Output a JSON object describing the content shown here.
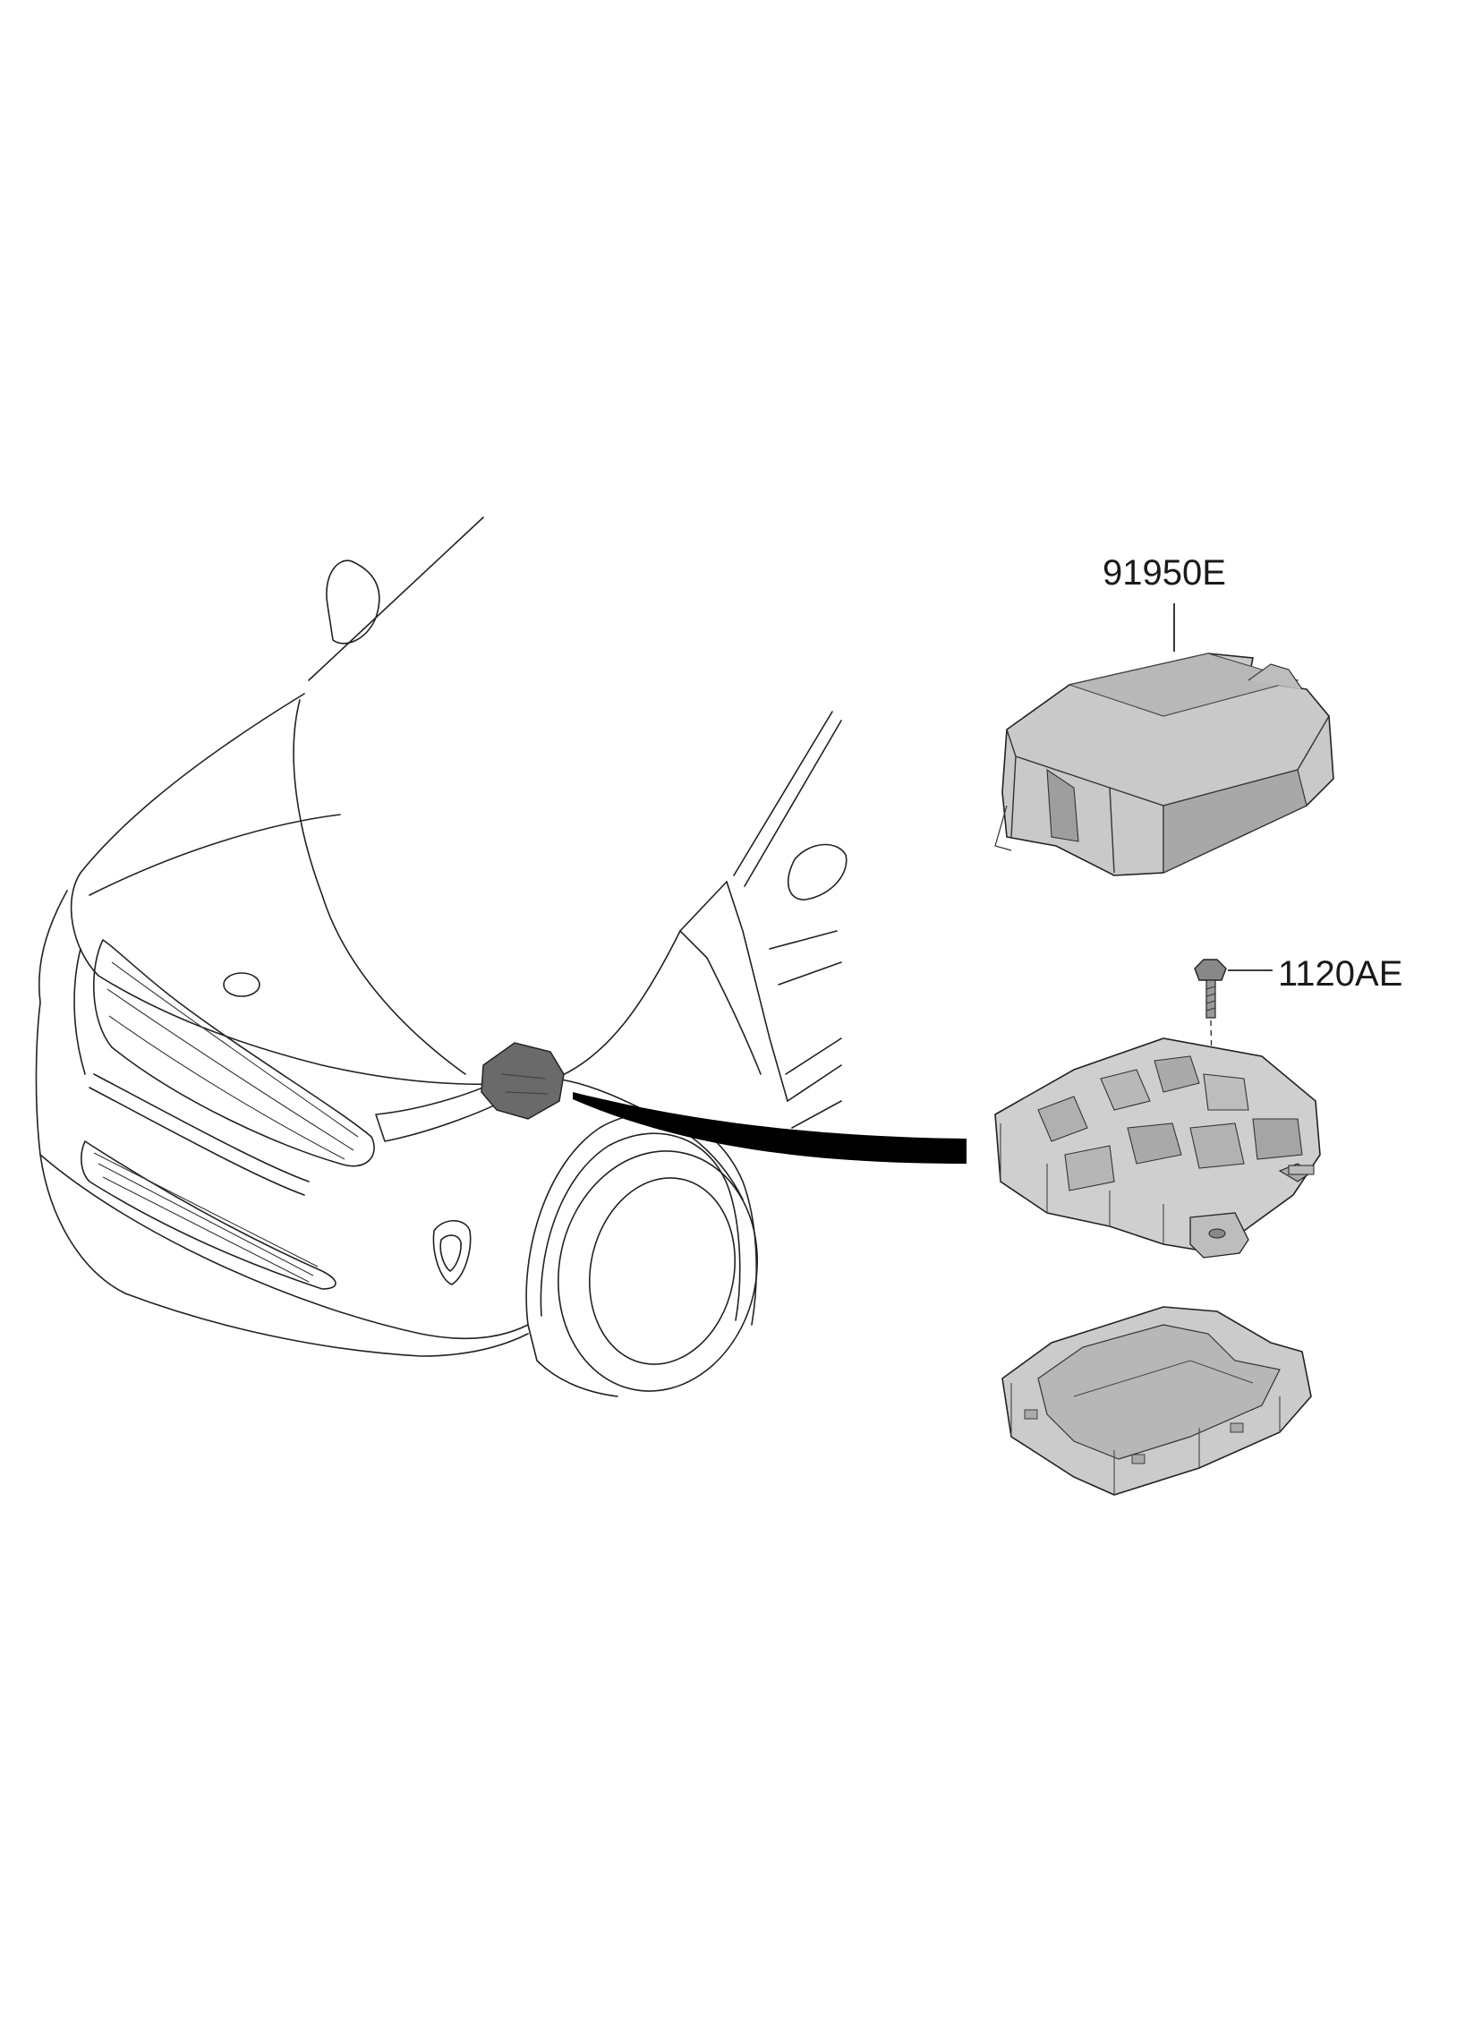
{
  "diagram": {
    "callouts": [
      {
        "part_number": "91950E",
        "component": "upper-cover"
      },
      {
        "part_number": "1120AE",
        "component": "bolt"
      }
    ]
  },
  "colors": {
    "line": "#222222",
    "part_shade_light": "#d3d3d3",
    "part_shade_mid": "#b5b5b5",
    "part_shade_dark": "#8e8e8e",
    "connector_band": "#000000"
  }
}
